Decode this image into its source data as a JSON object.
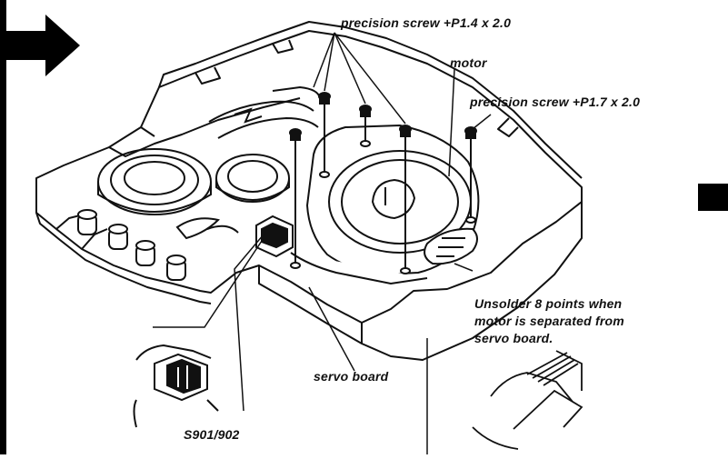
{
  "labels": {
    "screw_small": "precision screw +P1.4 x 2.0",
    "motor": "motor",
    "screw_large": "precision screw +P1.7 x 2.0",
    "unsolder_note": "Unsolder 8 points when motor is separated from servo board.",
    "servo_board": "servo board",
    "switch_ref": "S901/902"
  },
  "icons": {
    "arrow": "right-arrow-icon",
    "page_marker": "page-tab-marker"
  },
  "colors": {
    "line": "#111111",
    "background": "#ffffff"
  }
}
